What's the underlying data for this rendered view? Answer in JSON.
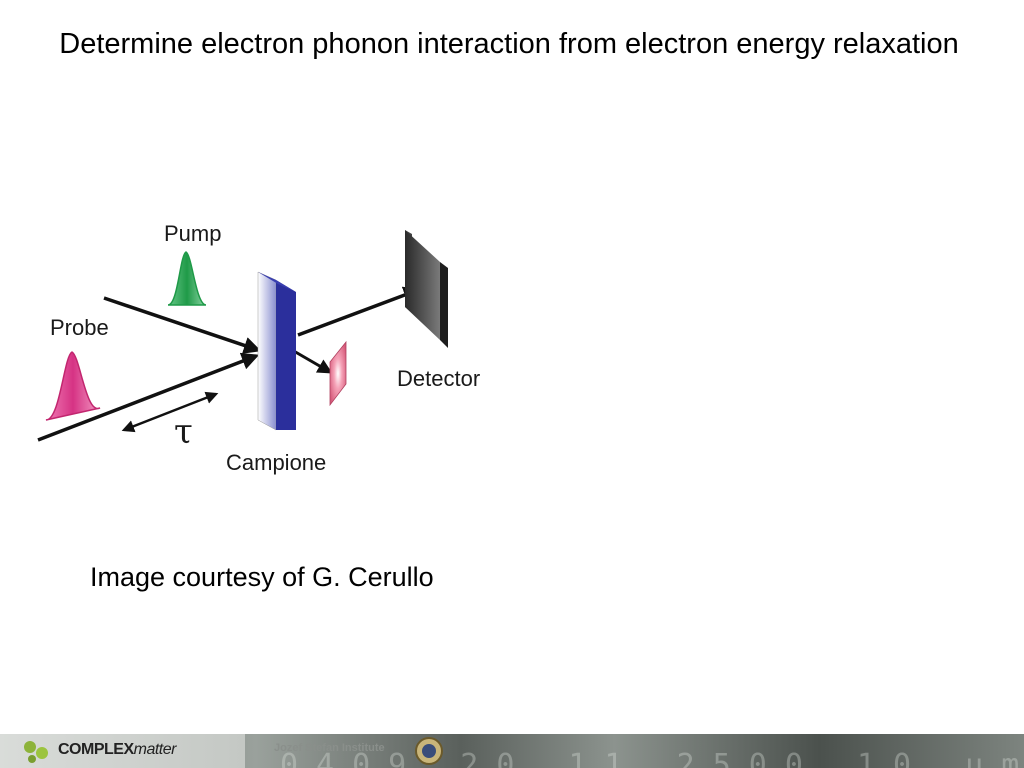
{
  "title": "Determine electron phonon interaction from electron energy relaxation",
  "diagram": {
    "labels": {
      "pump": "Pump",
      "probe": "Probe",
      "detector": "Detector",
      "sample": "Campione",
      "delay": "τ"
    },
    "colors": {
      "pump_pulse": "#1f9a48",
      "probe_pulse": "#d63384",
      "sample_face": "#2b2f9c",
      "detector": "#555555",
      "filter": "#e87a95",
      "beam": "#111111"
    }
  },
  "caption": "Image courtesy of G. Cerullo",
  "footer": {
    "brand_bold": "COMPLEX",
    "brand_thin": "matter",
    "institute": "Jozef Stefan Institute",
    "background_digits": "0409  20  11    2500   10 um"
  }
}
